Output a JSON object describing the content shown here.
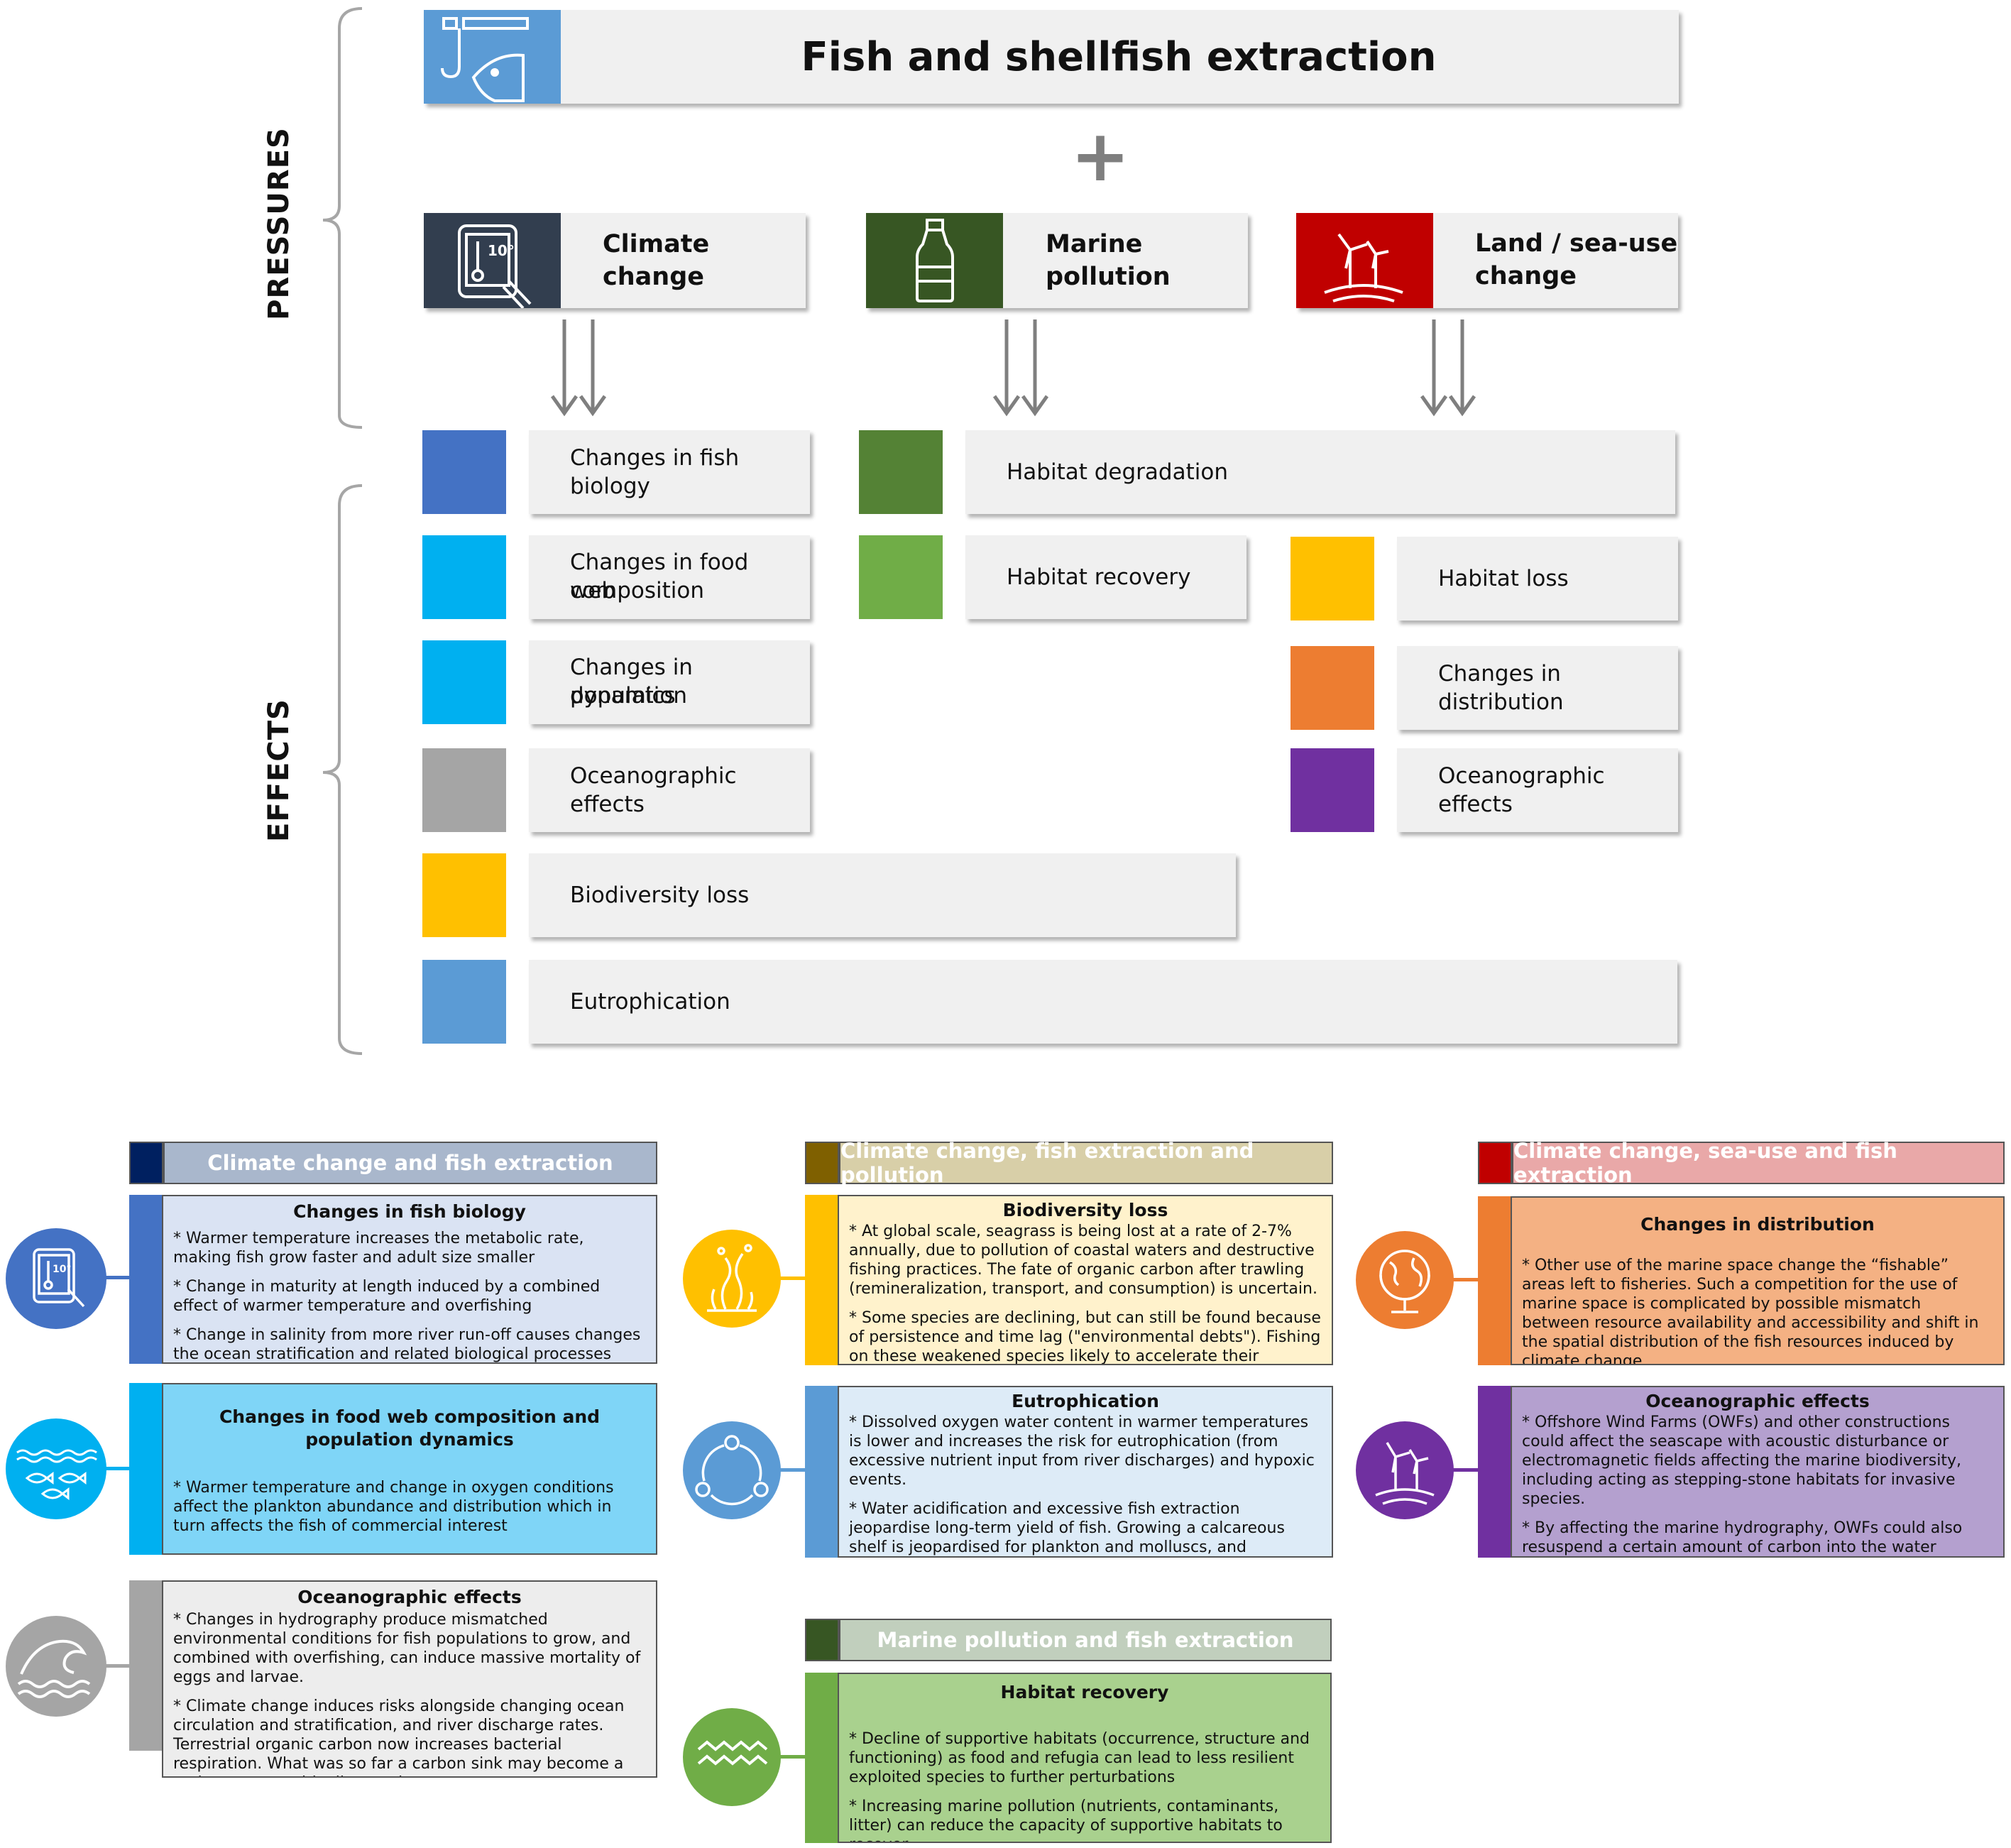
{
  "pressures_label": "PRESSURES",
  "effects_label": "EFFECTS",
  "main_pressure": {
    "title": "Fish and shellfish extraction",
    "color": "#5b9bd5"
  },
  "plus": "+",
  "pressures": [
    {
      "title_line1": "Climate change",
      "title_line2": "",
      "color": "#323e4f"
    },
    {
      "title_line1": "Marine pollution",
      "title_line2": "",
      "color": "#375623"
    },
    {
      "title_line1": "Land / sea-use",
      "title_line2": "change",
      "color": "#c00000"
    }
  ],
  "effects": {
    "biology": {
      "label": "Changes in fish biology",
      "color": "#4472c4"
    },
    "food_web": {
      "label_line1": "Changes in food web",
      "label_line2": "composition",
      "color": "#00b0f0"
    },
    "population": {
      "label_line1": "Changes in population",
      "label_line2": "dynamics",
      "color": "#00b0f0"
    },
    "oceano_climate": {
      "label": "Oceanographic effects",
      "color": "#a5a5a5"
    },
    "biodiversity": {
      "label": "Biodiversity loss",
      "color": "#ffc000"
    },
    "eutrophication": {
      "label": "Eutrophication",
      "color": "#5b9bd5"
    },
    "degradation": {
      "label": "Habitat degradation",
      "color": "#548235"
    },
    "recovery": {
      "label": "Habitat recovery",
      "color": "#70ad47"
    },
    "loss": {
      "label": "Habitat loss",
      "color": "#ffc000"
    },
    "distribution": {
      "label": "Changes in distribution",
      "color": "#ed7d31"
    },
    "oceano_land": {
      "label": "Oceanographic effects",
      "color": "#7030a0"
    }
  },
  "bottom": {
    "col1_header": "Climate change and fish extraction",
    "col2_header": "Climate change, fish extraction and pollution",
    "col3_header": "Climate change, sea-use and fish extraction",
    "col4_header": "Marine pollution and fish extraction",
    "box_biology": {
      "title": "Changes in fish biology",
      "p1": "* Warmer temperature increases the metabolic rate, making fish grow faster and adult size smaller",
      "p2": "* Change in maturity at length induced by a combined effect of warmer temperature and overfishing",
      "p3": "* Change in salinity from more river run-off causes changes the ocean stratification and related biological processes"
    },
    "box_foodweb": {
      "title": "Changes in food web composition and population dynamics",
      "p1": "* Warmer temperature and change in oxygen conditions affect the plankton abundance and distribution which in turn affects the fish of commercial interest"
    },
    "box_oceano_climate": {
      "title": "Oceanographic effects",
      "p1": "* Changes in hydrography produce mismatched environmental conditions for fish populations to grow, and combined with overfishing, can induce massive mortality of eggs and larvae.",
      "p2": "* Climate change induces risks alongside changing ocean circulation and stratification, and river discharge rates. Terrestrial organic carbon now increases bacterial respiration. What was so far a carbon sink may become a carbon source with climate change."
    },
    "box_biodiversity": {
      "title": "Biodiversity loss",
      "p1": "* At global scale, seagrass is being lost at a rate of 2-7% annually, due to pollution of coastal waters and destructive fishing practices. The fate of organic carbon after trawling (remineralization, transport, and consumption) is uncertain.",
      "p2": "* Some species are declining, but can still be found because of persistence and time lag (\"environmental debts\"). Fishing on these weakened species likely to accelerate their decline."
    },
    "box_eutrophication": {
      "title": "Eutrophication",
      "p1": "* Dissolved oxygen water content in warmer temperatures is lower and increases the risk for eutrophication (from excessive nutrient input from river discharges) and hypoxic events.",
      "p2": "* Water acidification and excessive fish extraction jeopardise long-term yield of fish. Growing a calcareous shelf is jeopardised for plankton and molluscs, and vulnerability to disease increases, with more larvae mortality."
    },
    "box_recovery": {
      "title": "Habitat recovery",
      "p1": "* Decline of supportive habitats (occurrence, structure and functioning) as food and refugia can lead to less resilient exploited species to further perturbations",
      "p2": "* Increasing marine pollution (nutrients, contaminants, litter) can reduce the capacity of supportive habitats to recover."
    },
    "box_distribution": {
      "title": "Changes in distribution",
      "p1": "* Other use of the marine space change the “fishable” areas left to fisheries. Such a competition for the use of marine space is complicated by possible mismatch between resource availability and accessibility and shift in the spatial distribution of the fish resources induced by climate change."
    },
    "box_oceano_land": {
      "title": "Oceanographic effects",
      "p1": "* Offshore Wind Farms (OWFs) and other constructions could affect the seascape with acoustic disturbance or electromagnetic fields affecting the marine biodiversity, including acting as stepping-stone habitats for invasive species.",
      "p2": "* By affecting the marine hydrography, OWFs could also resuspend a certain amount of carbon into the water column."
    }
  }
}
